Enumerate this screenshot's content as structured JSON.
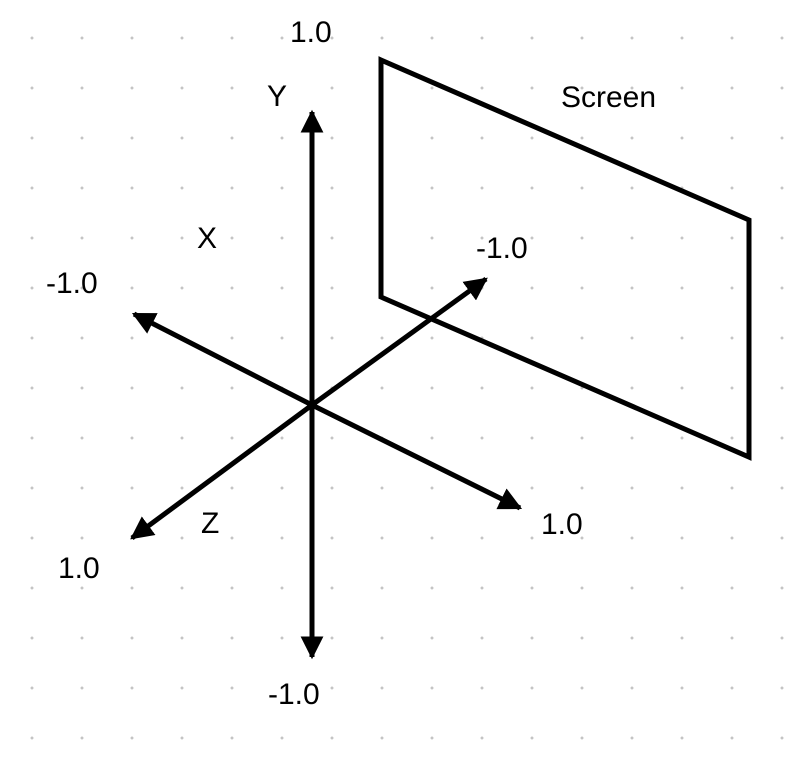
{
  "colors": {
    "ink": "#000000",
    "grid_dot": "#c4c4c4",
    "background": "#ffffff"
  },
  "axes": {
    "y": {
      "name": "Y",
      "positive_end": "1.0",
      "negative_end": "-1.0"
    },
    "x": {
      "name": "X",
      "positive_end": "1.0",
      "negative_end": "-1.0"
    },
    "z": {
      "name": "Z",
      "positive_end": "1.0",
      "negative_end": "-1.0"
    }
  },
  "screen": {
    "label": "Screen"
  }
}
